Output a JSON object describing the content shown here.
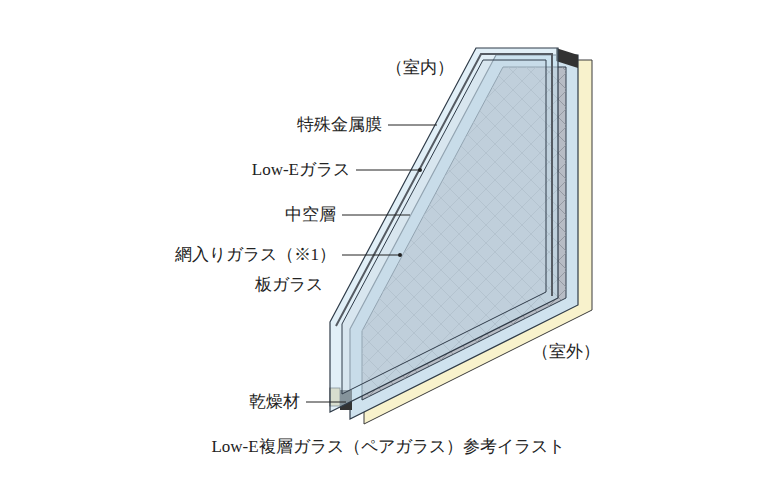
{
  "diagram": {
    "caption": "Low-E複層ガラス（ペアガラス）参考イラスト",
    "labels": [
      "（室内）",
      "特殊金属膜",
      "Low-Eガラス",
      "中空層",
      "網入りガラス（※1）",
      "板ガラス",
      "乾燥材",
      "（室外）"
    ]
  }
}
